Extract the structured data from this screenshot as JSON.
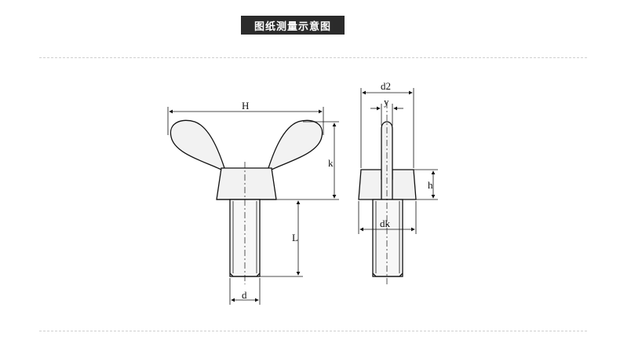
{
  "header": {
    "title": "图纸测量示意图"
  },
  "front_view": {
    "dim_H": "H",
    "dim_k": "k",
    "dim_L": "L",
    "dim_d": "d"
  },
  "side_view": {
    "dim_d2": "d2",
    "dim_y": "y",
    "dim_h": "h",
    "dim_dk": "dk"
  },
  "colors": {
    "title_bg": "#2b2b2b",
    "line": "#111111",
    "fill": "#f2f2f2",
    "rule": "#cfcfcf"
  }
}
